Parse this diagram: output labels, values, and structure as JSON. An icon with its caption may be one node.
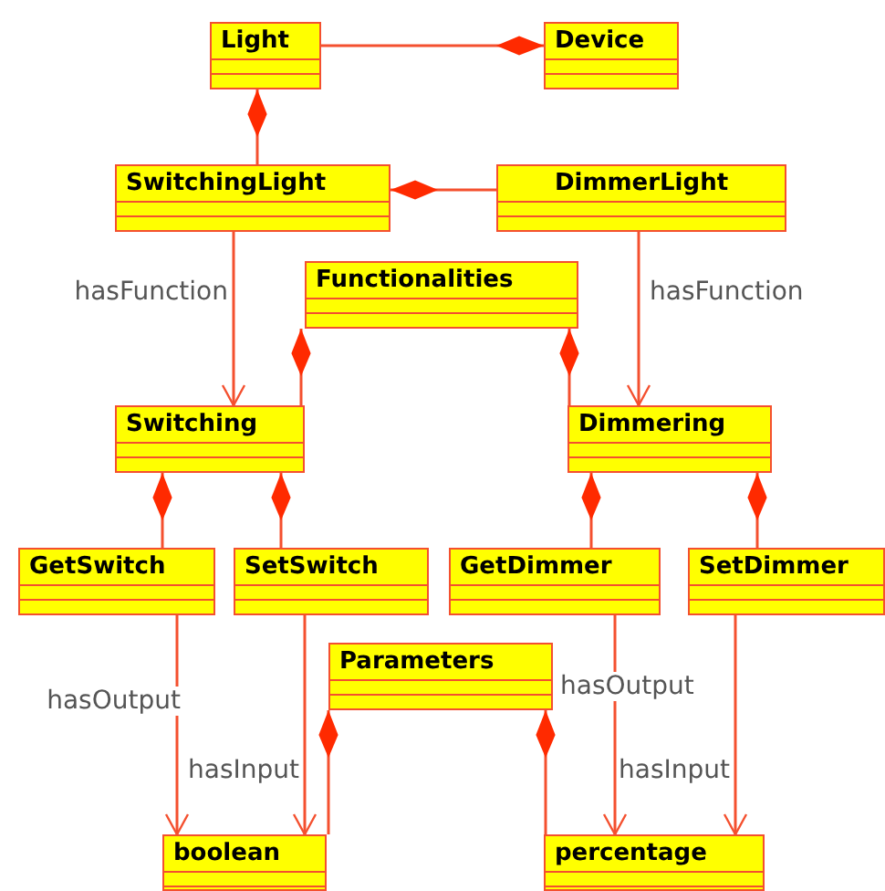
{
  "diagram": {
    "nodes": [
      {
        "text": [
          "Light"
        ]
      },
      {
        "text": [
          "Device"
        ]
      },
      {
        "text": [
          "SwitchingLight"
        ]
      },
      {
        "text": [
          "DimmerLight"
        ]
      },
      {
        "text": [
          "Functionalities"
        ]
      },
      {
        "text": [
          "Switching"
        ]
      },
      {
        "text": [
          "Dimmering"
        ]
      },
      {
        "text": [
          "GetSwitch"
        ]
      },
      {
        "text": [
          "SetSwitch"
        ]
      },
      {
        "text": [
          "GetDimmer"
        ]
      },
      {
        "text": [
          "SetDimmer"
        ]
      },
      {
        "text": [
          "Parameters"
        ]
      },
      {
        "text": [
          "boolean"
        ]
      },
      {
        "text": [
          "percentage"
        ]
      }
    ],
    "edges": [
      {
        "from": 0,
        "to": 1,
        "arrow": "other"
      },
      {
        "from": 2,
        "to": 0,
        "arrow": "other"
      },
      {
        "from": 3,
        "to": 2,
        "arrow": "other"
      },
      {
        "from": 2,
        "to": 5,
        "arrow": "to",
        "label": "hasFunction"
      },
      {
        "from": 3,
        "to": 6,
        "arrow": "to",
        "label": "hasFunction"
      },
      {
        "from": 5,
        "to": 4,
        "arrow": "other"
      },
      {
        "from": 6,
        "to": 4,
        "arrow": "other"
      },
      {
        "from": 7,
        "to": 5,
        "arrow": "other"
      },
      {
        "from": 8,
        "to": 5,
        "arrow": "other"
      },
      {
        "from": 9,
        "to": 6,
        "arrow": "other"
      },
      {
        "from": 10,
        "to": 6,
        "arrow": "other"
      },
      {
        "from": 7,
        "to": 12,
        "arrow": "to",
        "label": "hasOutput"
      },
      {
        "from": 8,
        "to": 12,
        "arrow": "to",
        "label": "hasInput"
      },
      {
        "from": 9,
        "to": 13,
        "arrow": "to",
        "label": "hasOutput"
      },
      {
        "from": 10,
        "to": 13,
        "arrow": "to",
        "label": "hasInput"
      },
      {
        "from": 12,
        "to": 11,
        "arrow": "other"
      },
      {
        "from": 13,
        "to": 11,
        "arrow": "other"
      }
    ]
  }
}
